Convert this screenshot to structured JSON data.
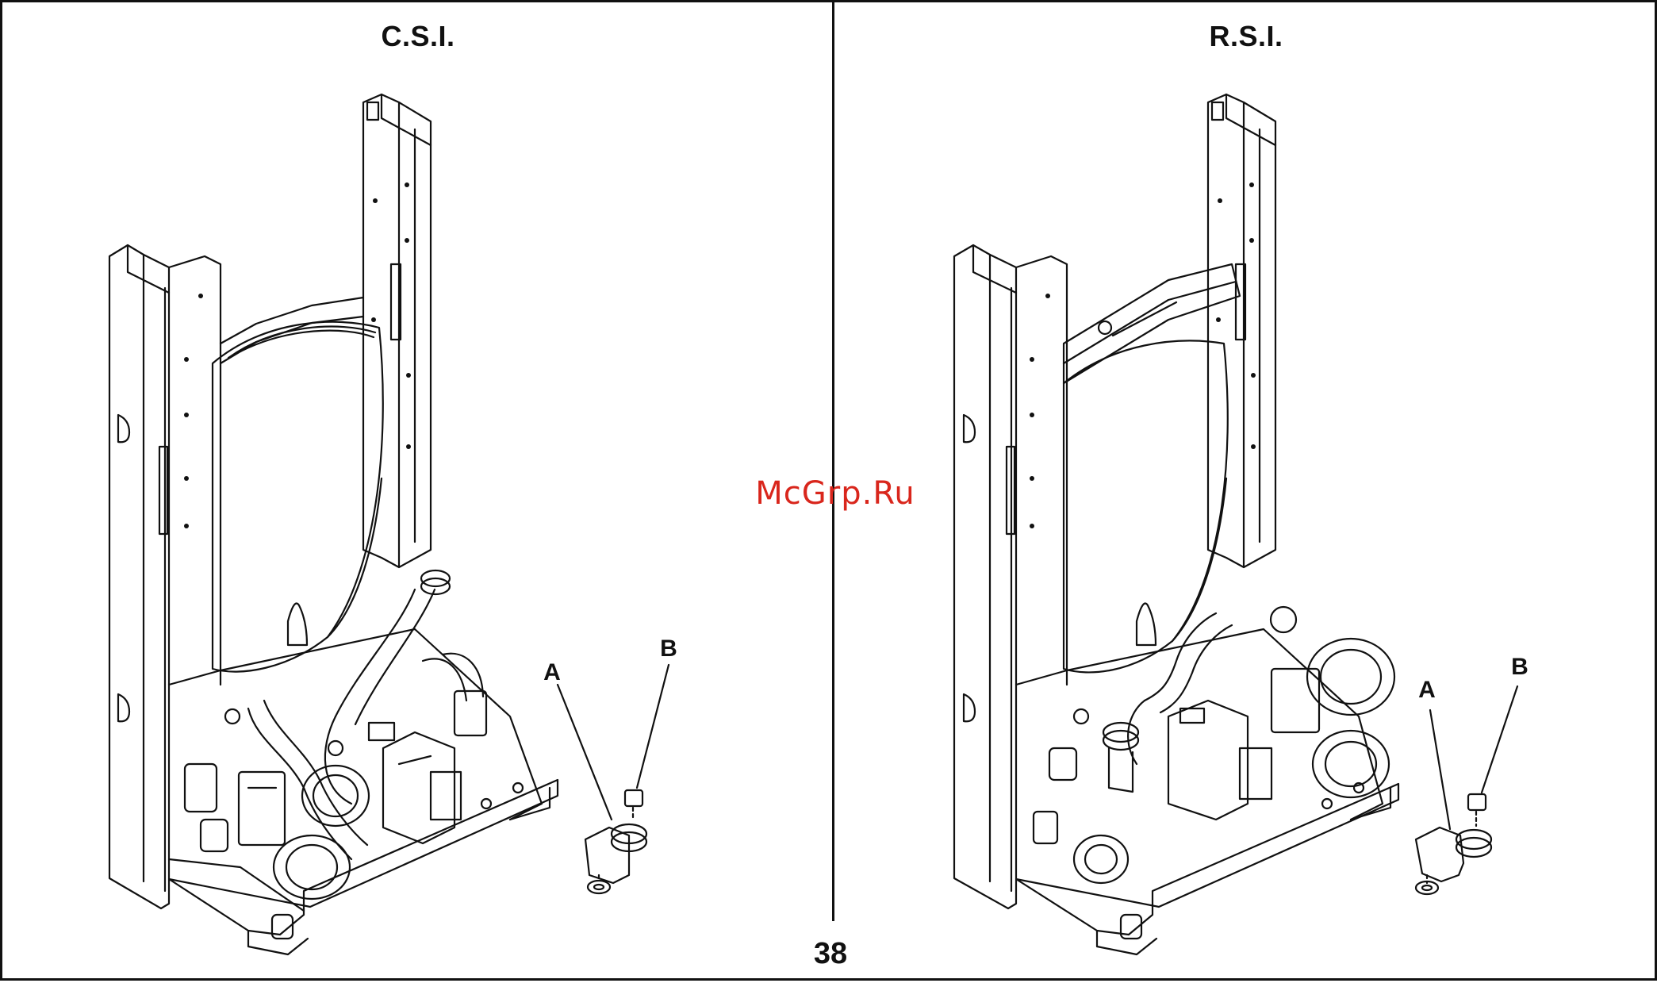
{
  "panels": [
    {
      "title": "C.S.I.",
      "callouts": [
        "A",
        "B"
      ]
    },
    {
      "title": "R.S.I.",
      "callouts": [
        "A",
        "B"
      ]
    }
  ],
  "page_number": "38",
  "watermark": "McGrp.Ru",
  "colors": {
    "line": "#111111",
    "background": "#ffffff",
    "watermark": "#d9261c"
  }
}
